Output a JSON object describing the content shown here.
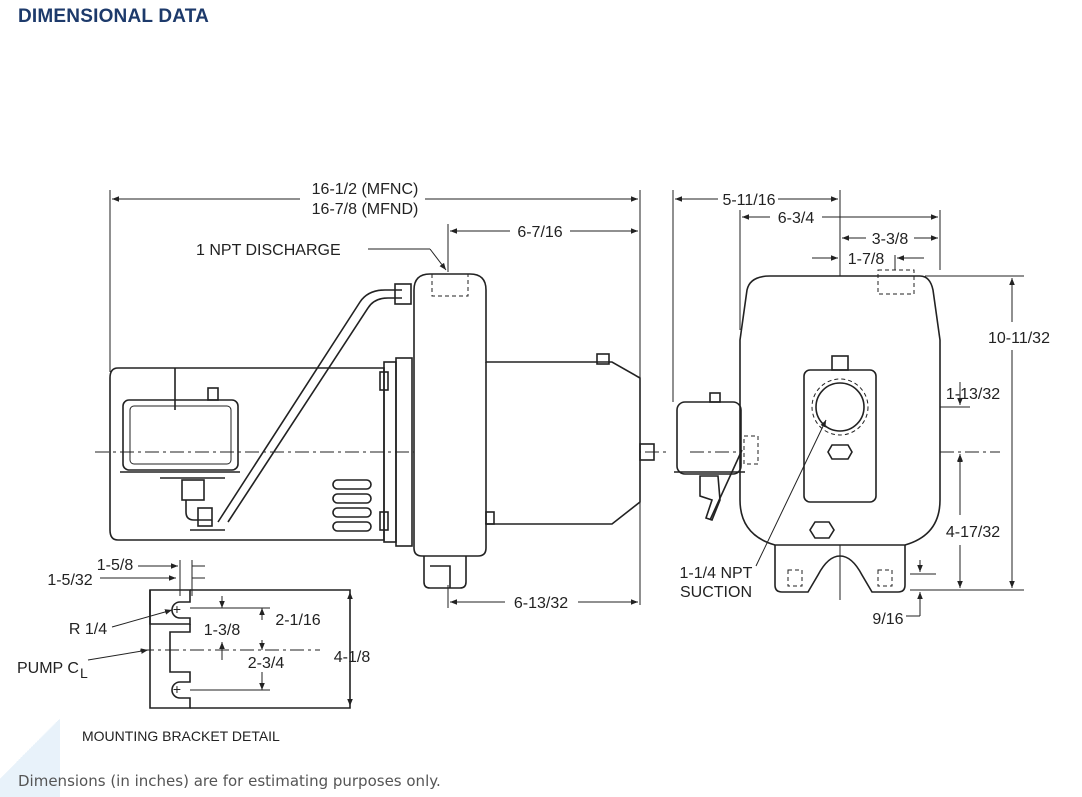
{
  "title": "DIMENSIONAL DATA",
  "footnote": "Dimensions (in inches) are for estimating purposes only.",
  "side_view": {
    "overall_length_mfnc": "16-1/2 (MFNC)",
    "overall_length_mfnd": "16-7/8 (MFND)",
    "discharge_to_end": "6-7/16",
    "discharge_label": "1 NPT DISCHARGE",
    "bottom_dim": "6-13/32"
  },
  "end_view": {
    "width_1": "5-11/16",
    "width_2": "6-3/4",
    "width_3": "3-3/8",
    "width_4": "1-7/8",
    "height_total": "10-11/32",
    "suction_offset": "1-13/32",
    "center_height": "4-17/32",
    "foot_height": "9/16",
    "suction_label_1": "1-1/4 NPT",
    "suction_label_2": "SUCTION"
  },
  "bracket": {
    "caption": "MOUNTING BRACKET DETAIL",
    "dim_1": "1-5/8",
    "dim_2": "1-5/32",
    "radius": "R 1/4",
    "dim_3": "1-3/8",
    "dim_4": "2-1/16",
    "dim_5": "2-3/4",
    "dim_6": "4-1/8",
    "pump_cl": "PUMP C",
    "pump_cl_sub": "L"
  }
}
